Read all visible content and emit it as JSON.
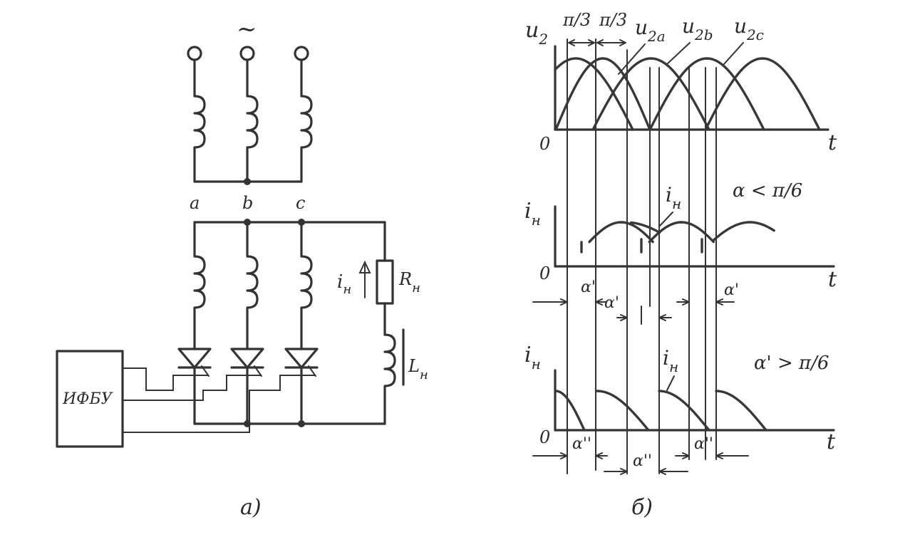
{
  "circuit": {
    "source_symbol": "~",
    "phase_labels": [
      "a",
      "b",
      "c"
    ],
    "control_block_label": "ИФБУ",
    "load_current_label": "i",
    "load_current_subscript": "н",
    "resistor_label": "R",
    "resistor_subscript": "н",
    "inductor_label": "L",
    "inductor_subscript": "н",
    "caption": "а)"
  },
  "waveforms": {
    "caption": "б)",
    "top_plot": {
      "y_axis": "u",
      "y_axis_subscript": "2",
      "origin": "0",
      "x_axis": "t",
      "interval_labels": [
        "π/3",
        "π/3"
      ],
      "phase_labels": [
        "u",
        "u",
        "u"
      ],
      "phase_subscripts": [
        "2a",
        "2b",
        "2c"
      ]
    },
    "middle_plot": {
      "y_axis": "i",
      "y_axis_subscript": "н",
      "origin": "0",
      "x_axis": "t",
      "curve_label": "i",
      "curve_subscript": "н",
      "condition": "α < π/6",
      "angle_labels": [
        "α'",
        "α'",
        "α'"
      ]
    },
    "bottom_plot": {
      "y_axis": "i",
      "y_axis_subscript": "н",
      "origin": "0",
      "x_axis": "t",
      "curve_label": "i",
      "curve_subscript": "н",
      "condition": "α' > π/6",
      "angle_labels": [
        "α''",
        "α''",
        "α''"
      ]
    }
  }
}
